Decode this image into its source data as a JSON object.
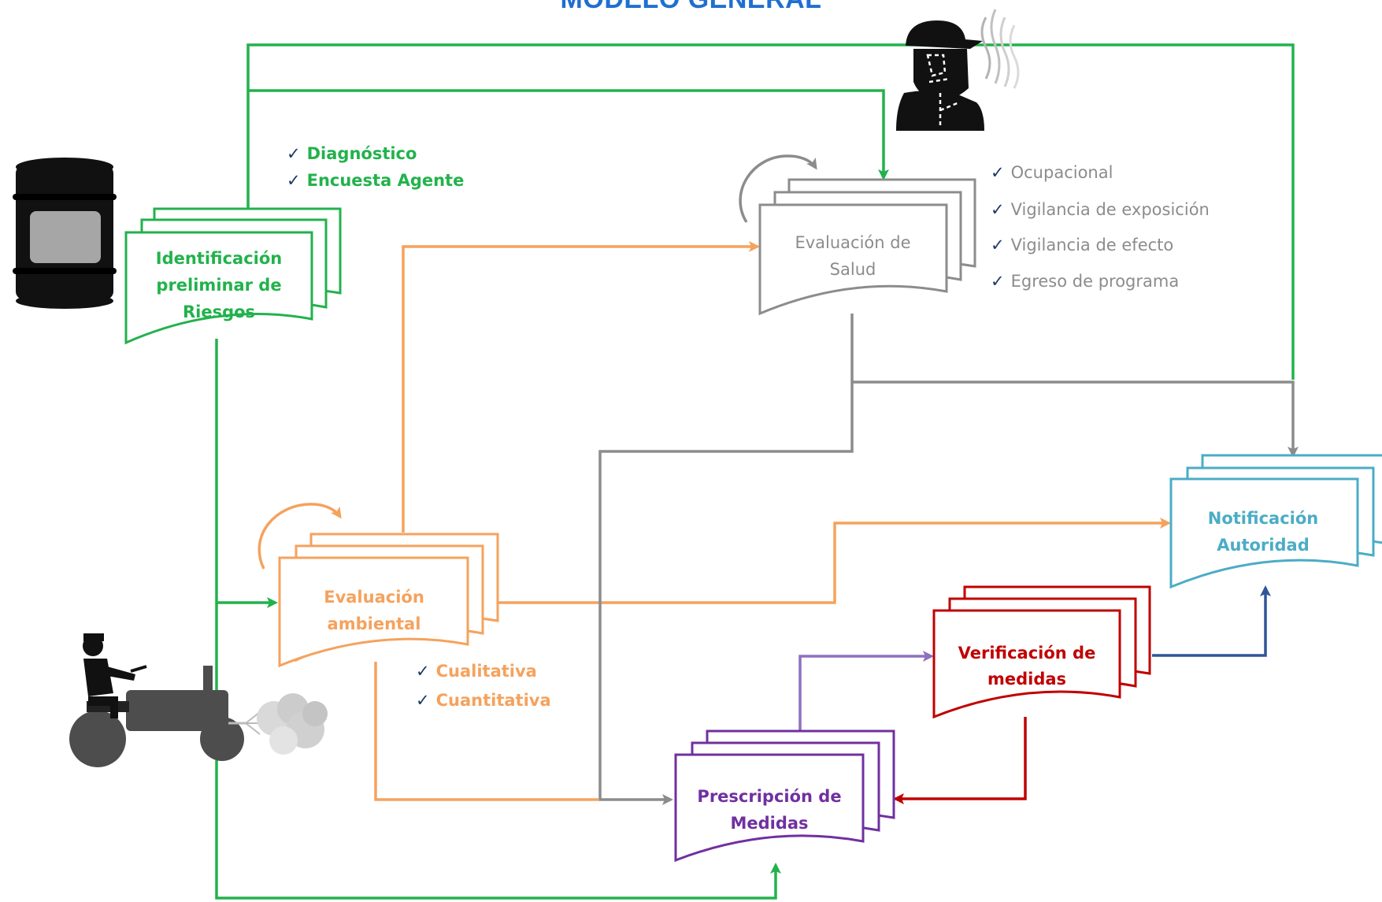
{
  "title": "MODELO GENERAL",
  "colors": {
    "green": "#22b24c",
    "orange": "#f5a25d",
    "gray": "#8c8c8c",
    "purple": "#7030a0",
    "red": "#c00000",
    "blue": "#4bacc6",
    "navy": "#1f3864",
    "check": "#1f3864"
  },
  "nodes": {
    "identificacion": [
      "Identificación",
      "preliminar de",
      "Riesgos"
    ],
    "salud": [
      "Evaluación de",
      "Salud"
    ],
    "ambiental": [
      "Evaluación",
      "ambiental"
    ],
    "notificacion": [
      "Notificación",
      "Autoridad"
    ],
    "verificacion": [
      "Verificación de",
      "medidas"
    ],
    "prescripcion": [
      "Prescripción de",
      "Medidas"
    ]
  },
  "checklists": {
    "identificacion": [
      "Diagnóstico",
      "Encuesta Agente"
    ],
    "salud": [
      "Ocupacional",
      "Vigilancia de exposición",
      "Vigilancia de efecto",
      "Egreso de programa"
    ],
    "ambiental": [
      "Cualitativa",
      "Cuantitativa"
    ]
  },
  "check_mark": "✓",
  "icons": [
    "barrel-icon",
    "worker-mask-icon",
    "tractor-sprayer-icon"
  ]
}
